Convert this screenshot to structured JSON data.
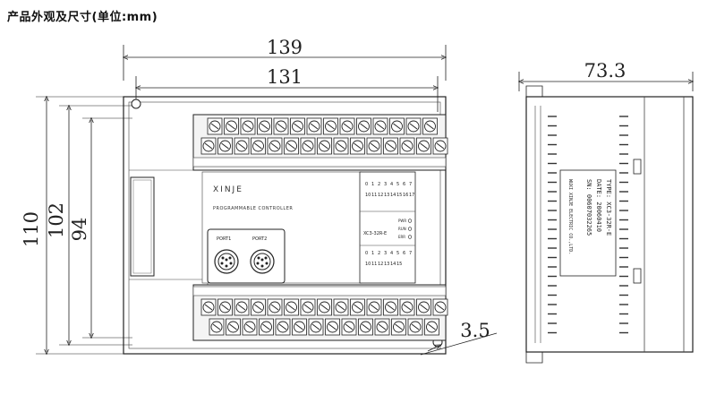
{
  "title": "产品外观及尺寸(单位:mm)",
  "dimensions": {
    "width_overall": "139",
    "width_mount": "131",
    "height_overall": "110",
    "height_mount": "102",
    "height_body": "94",
    "depth": "73.3",
    "hole": "3.5"
  },
  "front_panel": {
    "brand": "XINJE",
    "subtitle": "PROGRAMMABLE CONTROLLER",
    "port1_label": "PORT1",
    "port2_label": "PORT2",
    "model_tag": "XC3-32R-E",
    "input_digits": [
      "0",
      "1",
      "2",
      "3",
      "4",
      "5",
      "6",
      "7",
      "10",
      "11",
      "12",
      "13",
      "14",
      "15",
      "16",
      "17"
    ],
    "output_digits": [
      "0",
      "1",
      "2",
      "3",
      "4",
      "5",
      "6",
      "7",
      "10",
      "11",
      "12",
      "13",
      "14",
      "15"
    ],
    "status_leds": [
      "PWR",
      "RUN",
      "ERR"
    ]
  },
  "side_label": {
    "type": "TYPE: XC3-32R-E",
    "date": "DATE: 20060410",
    "sn": "SN: 00607032265",
    "maker": "WUXI XINJE ELECTRIC CO.,LTD."
  }
}
